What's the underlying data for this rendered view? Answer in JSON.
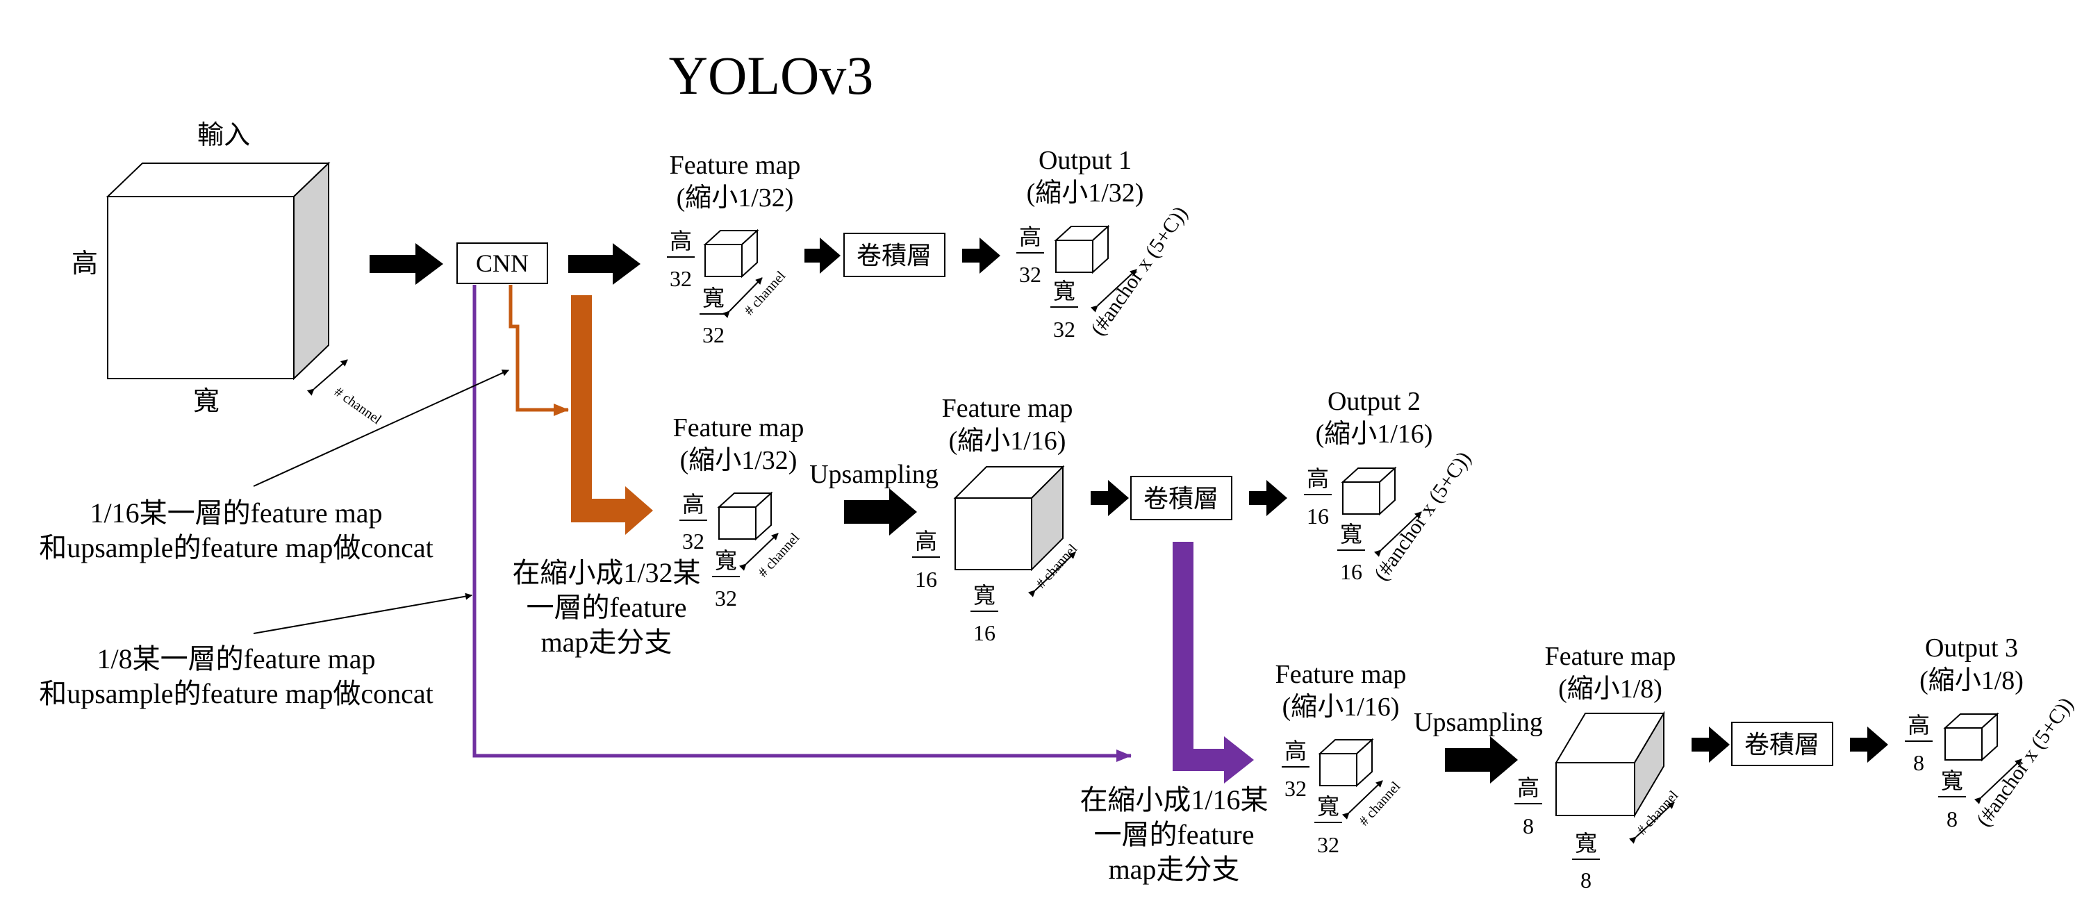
{
  "title": "YOLOv3",
  "input": {
    "label": "輸入",
    "height": "高",
    "width": "寬",
    "channel": "# channel"
  },
  "cnn": "CNN",
  "branch1": {
    "feature_title": "Feature map",
    "feature_sub": "(縮小1/32)",
    "h_top": "高",
    "h_bot": "32",
    "w_top": "寬",
    "w_bot": "32",
    "channel": "# channel",
    "conv": "卷積層",
    "output_title": "Output 1",
    "output_sub": "(縮小1/32)",
    "out_h_top": "高",
    "out_h_bot": "32",
    "out_w_top": "寬",
    "out_w_bot": "32",
    "out_channel": "(#anchor x (5+C))"
  },
  "branch2": {
    "feature_title": "Feature map",
    "feature_sub": "(縮小1/32)",
    "h_top": "高",
    "h_bot": "32",
    "w_top": "寬",
    "w_bot": "32",
    "channel": "# channel",
    "upsampling": "Upsampling",
    "up_title": "Feature map",
    "up_sub": "(縮小1/16)",
    "up_h_top": "高",
    "up_h_bot": "16",
    "up_w_top": "寬",
    "up_w_bot": "16",
    "up_channel": "# channel",
    "conv": "卷積層",
    "output_title": "Output 2",
    "output_sub": "(縮小1/16)",
    "out_h_top": "高",
    "out_h_bot": "16",
    "out_w_top": "寬",
    "out_w_bot": "16",
    "out_channel": "(#anchor x (5+C))",
    "branch_note": [
      "在縮小成1/32某",
      "一層的feature",
      "map走分支"
    ]
  },
  "branch3": {
    "feature_title": "Feature map",
    "feature_sub": "(縮小1/16)",
    "h_top": "高",
    "h_bot": "32",
    "w_top": "寬",
    "w_bot": "32",
    "channel": "# channel",
    "upsampling": "Upsampling",
    "up_title": "Feature map",
    "up_sub": "(縮小1/8)",
    "up_h_top": "高",
    "up_h_bot": "8",
    "up_w_top": "寬",
    "up_w_bot": "8",
    "up_channel": "# channel",
    "conv": "卷積層",
    "output_title": "Output 3",
    "output_sub": "(縮小1/8)",
    "out_h_top": "高",
    "out_h_bot": "8",
    "out_w_top": "寬",
    "out_w_bot": "8",
    "out_channel": "(#anchor x (5+C))",
    "branch_note": [
      "在縮小成1/16某",
      "一層的feature",
      "map走分支"
    ]
  },
  "notes": {
    "concat16": [
      "1/16某一層的feature map",
      "和upsample的feature map做concat"
    ],
    "concat8": [
      "1/8某一層的feature map",
      "和upsample的feature map做concat"
    ]
  },
  "colors": {
    "orange": "#C55A11",
    "purple": "#7030A0",
    "cube_side": "#D0D0D0",
    "arrow": "#000000"
  }
}
